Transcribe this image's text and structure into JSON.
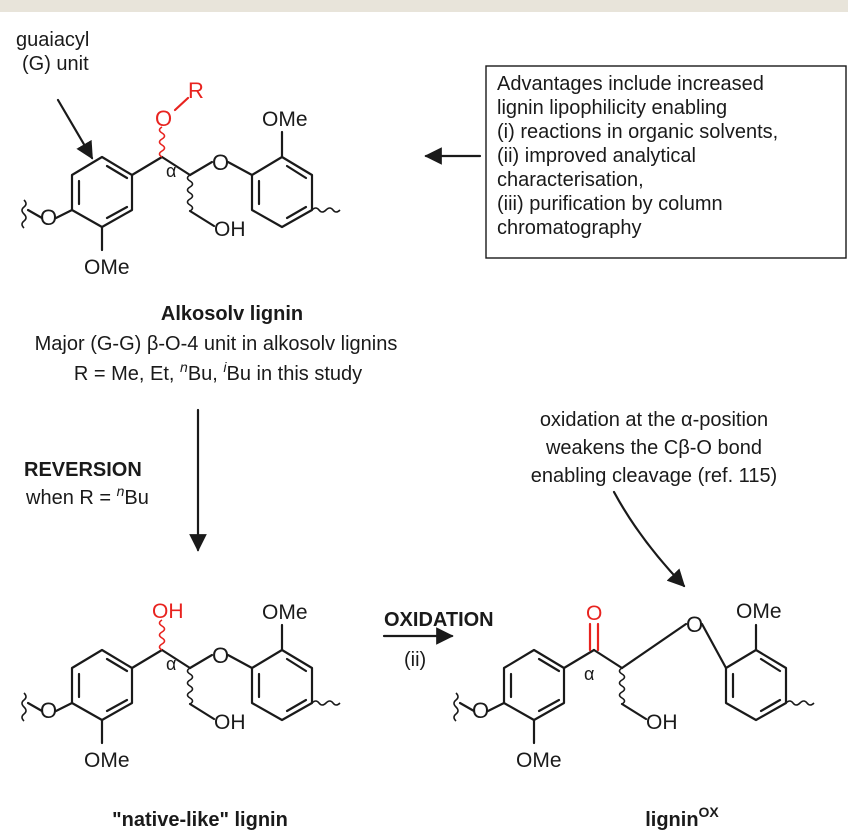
{
  "colors": {
    "highlight": "#e8231f",
    "ink": "#1a1a1a",
    "topbar": "#e8e4da"
  },
  "top": {
    "guaiacyl_label_1": "guaiacyl",
    "guaiacyl_label_2": "(G) unit",
    "O": "O",
    "dash": "–",
    "R": "R",
    "alpha": "α",
    "ether_O": "O",
    "OMe_right": "OMe",
    "OMe_left": "OMe",
    "OH": "OH",
    "aryl_O": "O",
    "title": "Alkosolv lignin",
    "subtitle": "Major (G-G) β-O-4 unit in alkosolv lignins",
    "r_line_prefix": "R = Me, Et, ",
    "r_nbu_sup": "n",
    "r_nbu": "Bu, ",
    "r_ibu_sup": "i",
    "r_ibu": "Bu in this study"
  },
  "advantages": {
    "lines": [
      "Advantages include increased",
      "lignin lipophilicity enabling",
      "(i) reactions in organic solvents,",
      "(ii) improved analytical",
      "characterisation,",
      "(iii) purification by column",
      "chromatography"
    ]
  },
  "reversion": {
    "label": "REVERSION",
    "condition_prefix": "when R = ",
    "condition_sup": "n",
    "condition_suffix": "Bu"
  },
  "native": {
    "OH_alpha": "OH",
    "alpha": "α",
    "ether_O": "O",
    "OMe_right": "OMe",
    "OMe_left": "OMe",
    "OH": "OH",
    "aryl_O": "O",
    "title": "\"native-like\" lignin"
  },
  "oxidation": {
    "label": "OXIDATION",
    "condition": "(ii)",
    "note_lines": [
      "oxidation at the α-position",
      "weakens the Cβ-O bond",
      "enabling cleavage (ref. 115)"
    ]
  },
  "ligninox": {
    "carbonyl_O": "O",
    "alpha": "α",
    "ether_O": "O",
    "OMe_right": "OMe",
    "OMe_left": "OMe",
    "OH": "OH",
    "aryl_O": "O",
    "title": "lignin",
    "title_sup": "OX"
  }
}
